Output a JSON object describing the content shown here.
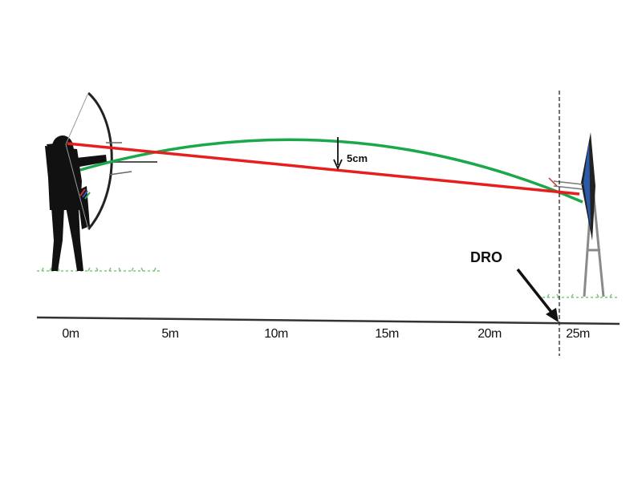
{
  "distance_markers": [
    "0m",
    "5m",
    "10m",
    "15m",
    "20m",
    "25m"
  ],
  "offset_label": "5cm",
  "dro_label": "DRO",
  "colors": {
    "arc_trajectory": "#1aa84a",
    "line_of_sight": "#e61e1e",
    "silhouette": "#111111",
    "grass": "#7ac87a",
    "target_stand": "#8a8a8a",
    "target_face": "#2a5aa8"
  },
  "icons": [
    "archer-icon",
    "bow-icon",
    "target-icon",
    "grass-icon",
    "arrow-icon"
  ]
}
